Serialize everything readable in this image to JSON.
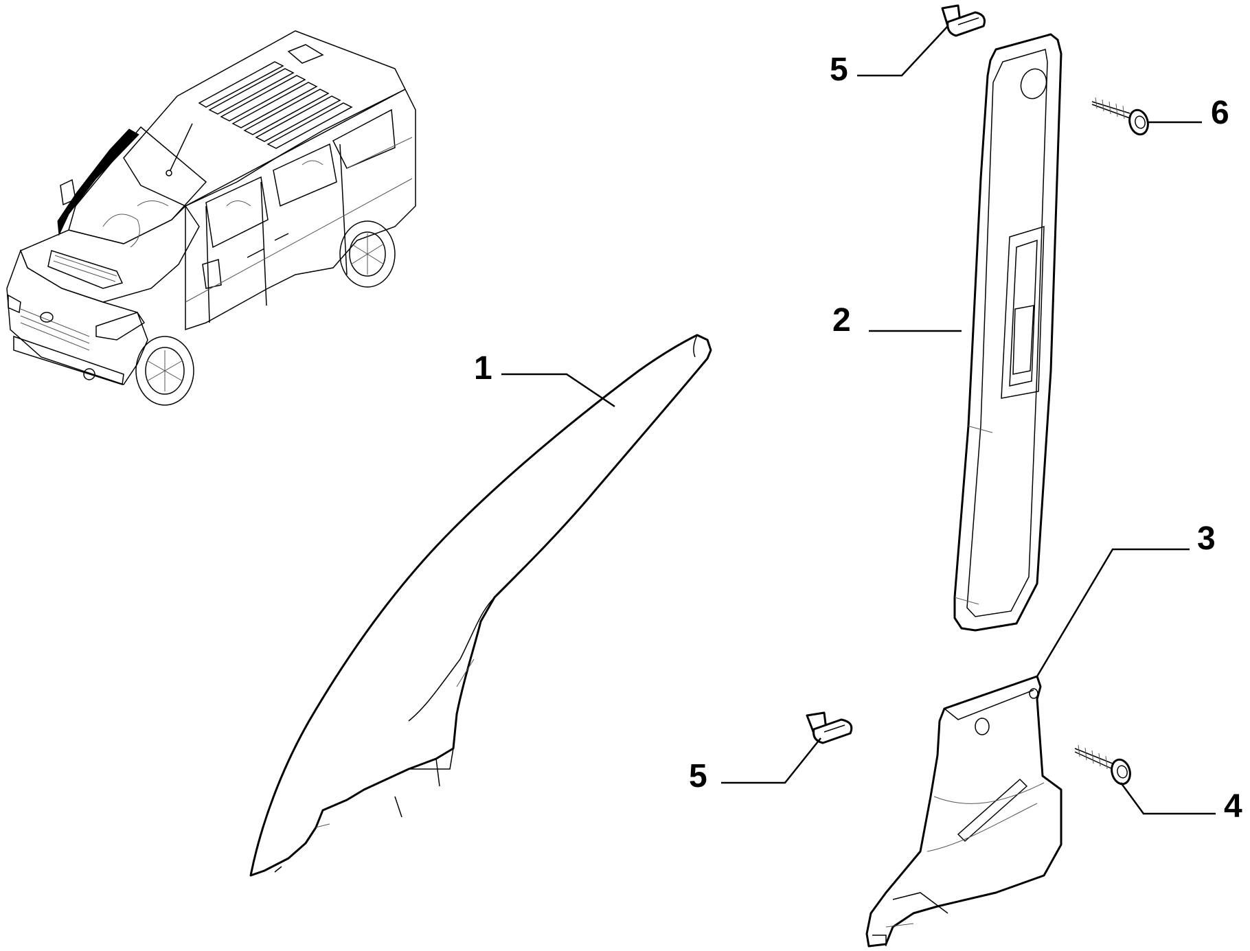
{
  "callouts": [
    {
      "id": "c1",
      "number": "1"
    },
    {
      "id": "c2",
      "number": "2"
    },
    {
      "id": "c3",
      "number": "3"
    },
    {
      "id": "c4",
      "number": "4"
    },
    {
      "id": "c5a",
      "number": "5"
    },
    {
      "id": "c5b",
      "number": "5"
    },
    {
      "id": "c6",
      "number": "6"
    }
  ],
  "colors": {
    "line": "#000000",
    "background": "#ffffff",
    "highlight": "#000000"
  }
}
